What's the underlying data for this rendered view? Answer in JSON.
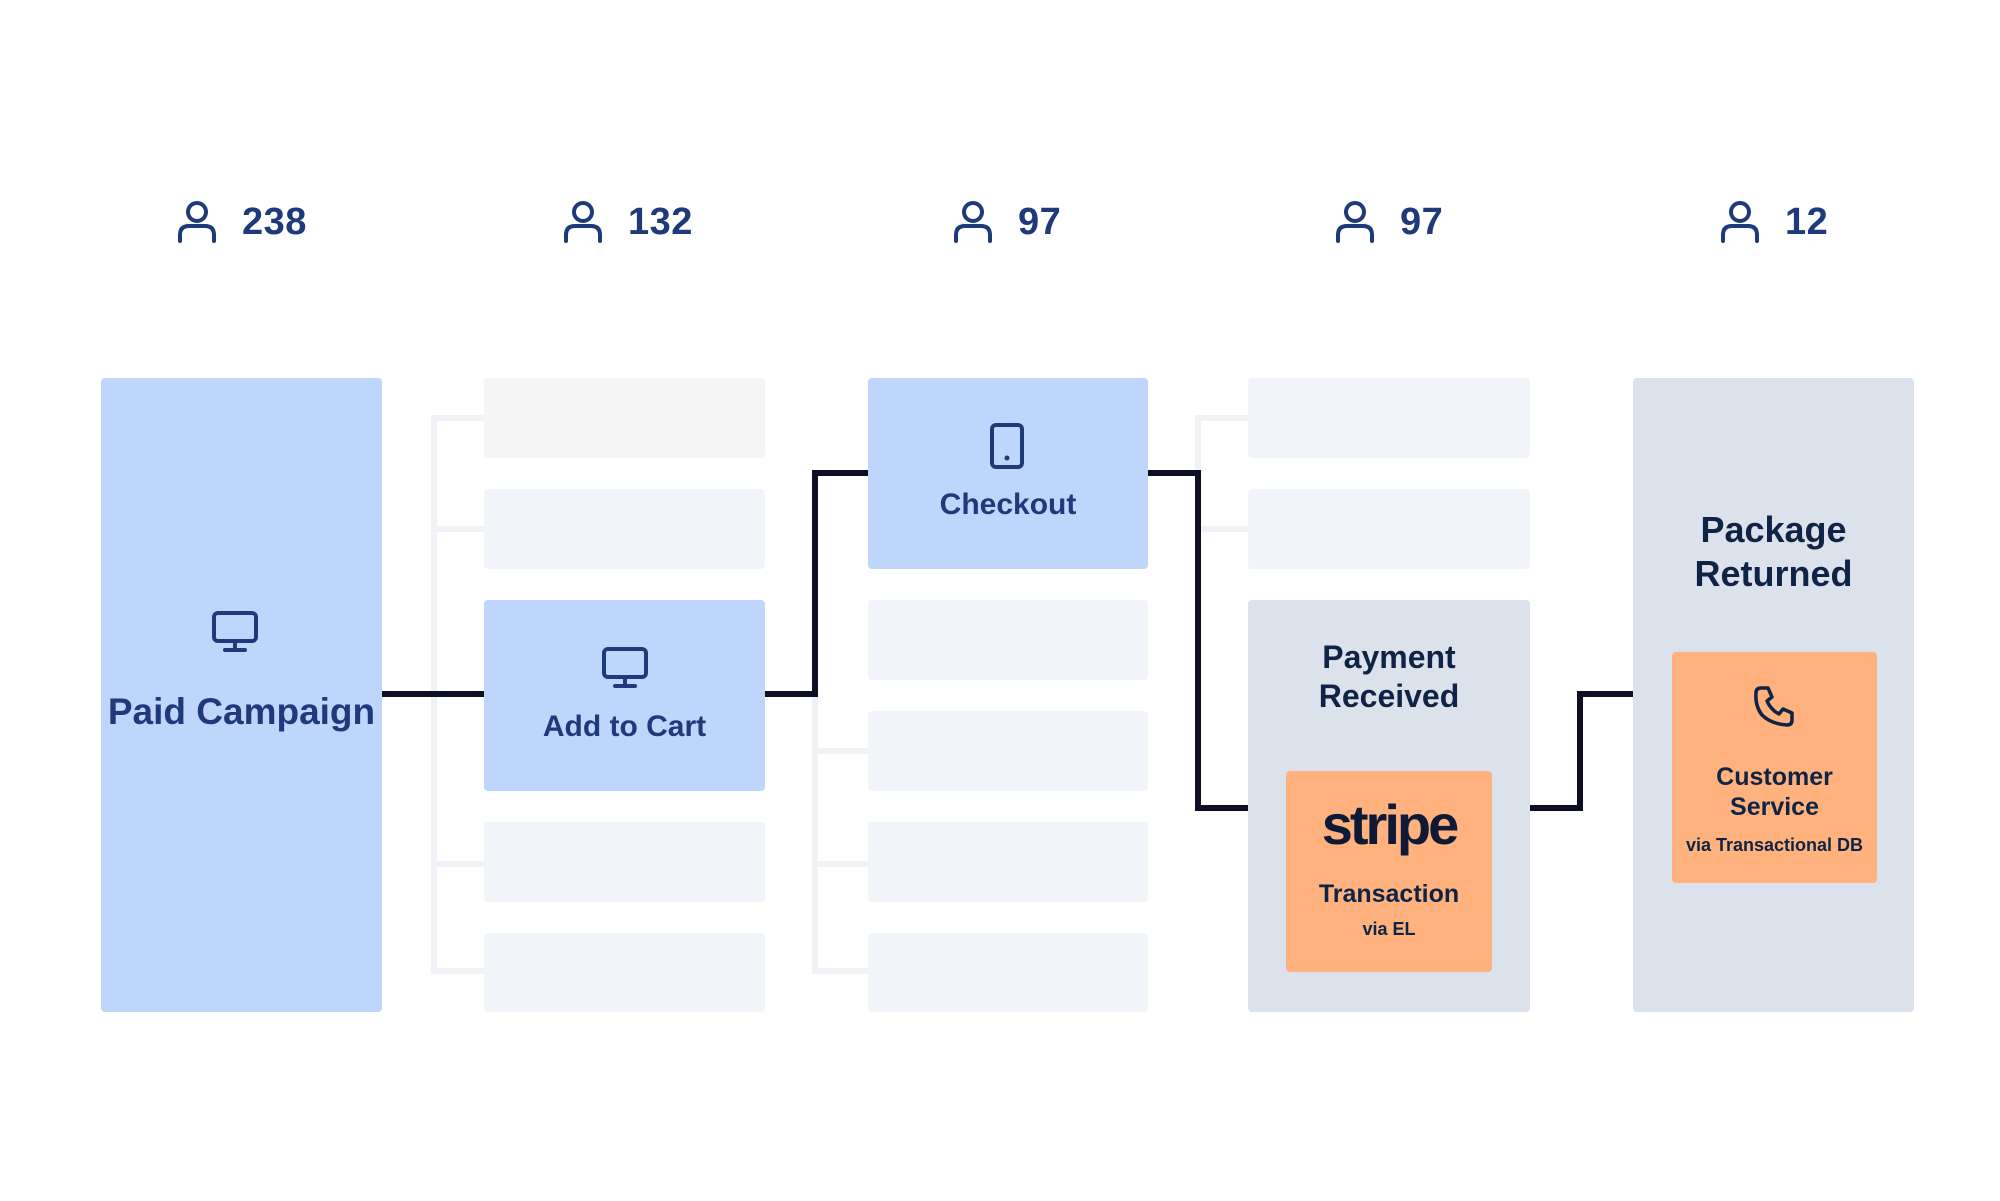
{
  "stages": [
    {
      "count": "238",
      "label": "Paid Campaign",
      "icon": "desktop-icon"
    },
    {
      "count": "132",
      "label": "Add to Cart",
      "icon": "desktop-icon"
    },
    {
      "count": "97",
      "label": "Checkout",
      "icon": "tablet-icon"
    },
    {
      "count": "97",
      "label": "Payment Received",
      "source": {
        "logo": "stripe",
        "title": "Transaction",
        "via": "via EL"
      }
    },
    {
      "count": "12",
      "label": "Package Returned",
      "source": {
        "icon": "phone-icon",
        "title": "Customer Service",
        "via": "via Transactional DB"
      }
    }
  ],
  "colors": {
    "accent_blue": "#bfd6fc",
    "text_blue": "#1e3a7b",
    "slate": "#dce2ec",
    "orange": "#ffb17e",
    "path": "#0e0e24",
    "ghost": "#f1f4f9"
  }
}
